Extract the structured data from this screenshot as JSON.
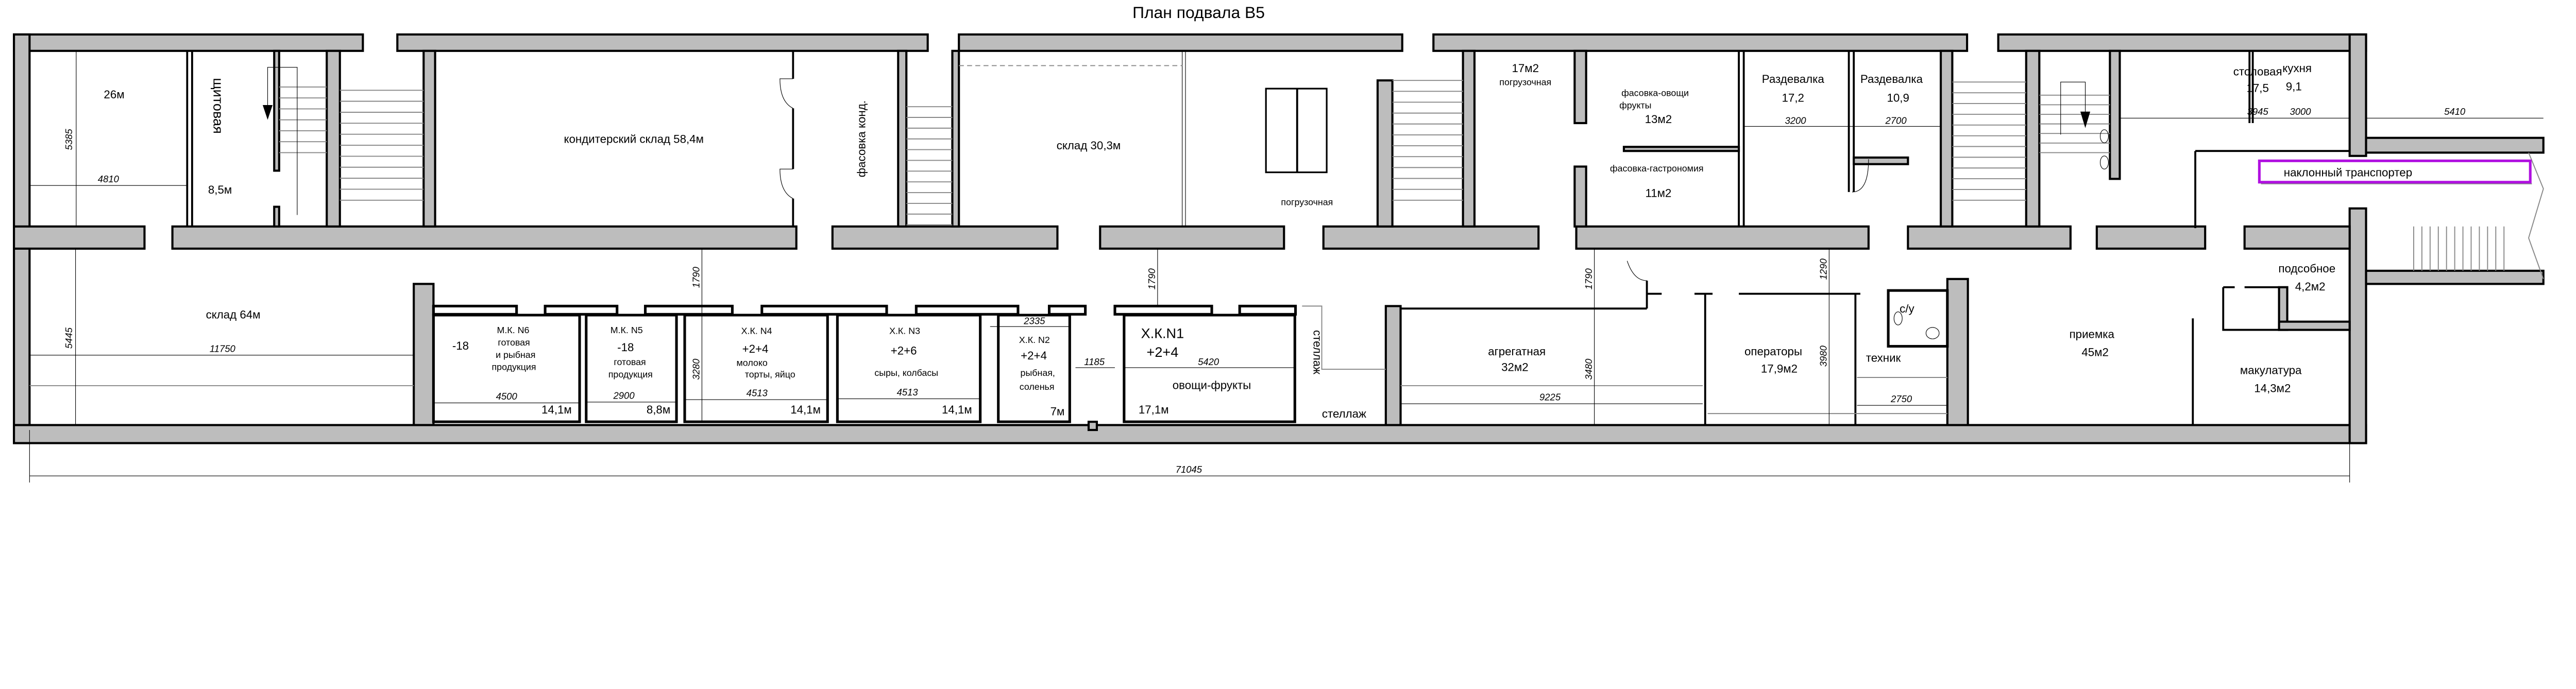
{
  "title": "План подвала В5",
  "colors": {
    "wall": "#bdbdbd",
    "line": "#000000",
    "highlight": "#b010e0"
  },
  "rooms": {
    "room_26": {
      "area": "26м"
    },
    "shchitovaya": {
      "name": "щитовая",
      "area": "8,5м"
    },
    "konditer": {
      "label": "кондитерский склад 58,4м"
    },
    "fasovka_kond": {
      "label": "фасовка конд."
    },
    "sklad_30": {
      "label": "склад 30,3м"
    },
    "pogruz_small": {
      "label": "погрузочная"
    },
    "pogruz": {
      "area": "17м2",
      "name": "погрузочная"
    },
    "fasovka_ovoshchi": {
      "name1": "фасовка-овощи",
      "name2": "фрукты",
      "area": "13м2"
    },
    "fasovka_gastro": {
      "name": "фасовка-гастрономия",
      "area": "11м2"
    },
    "razdevalka1": {
      "name": "Раздевалка",
      "area": "17,2"
    },
    "razdevalka2": {
      "name": "Раздевалка",
      "area": "10,9"
    },
    "stolovaya": {
      "name": "столовая",
      "area": "17,5"
    },
    "kukhnya": {
      "name": "кухня",
      "area": "9,1"
    },
    "sklad_64": {
      "label": "склад 64м"
    },
    "mk6": {
      "name": "М.К. N6",
      "temp": "-18",
      "line1": "готовая",
      "line2": "и рыбная",
      "line3": "продукция",
      "area": "14,1м"
    },
    "mk5": {
      "name": "М.К. N5",
      "temp": "-18",
      "line1": "готовая",
      "line2": "продукция",
      "area": "8,8м"
    },
    "xk4": {
      "name": "Х.К. N4",
      "temp": "+2+4",
      "line1": "молоко",
      "line2": "торты, яйцо",
      "area": "14,1м"
    },
    "xk3": {
      "name": "Х.К. N3",
      "temp": "+2+6",
      "line1": "сыры, колбасы",
      "area": "14,1м"
    },
    "xk2": {
      "name": "Х.К. N2",
      "temp": "+2+4",
      "line1": "рыбная,",
      "line2": "соленья",
      "area": "7м"
    },
    "xk1": {
      "name": "Х.К.N1",
      "temp": "+2+4",
      "line1": "овощи-фрукты",
      "area": "17,1м"
    },
    "stellazh_v": {
      "label": "стеллаж"
    },
    "stellazh_h": {
      "label": "стеллаж"
    },
    "agregatnaya": {
      "name": "агрегатная",
      "area": "32м2"
    },
    "operatory": {
      "name": "операторы",
      "area": "17,9м2"
    },
    "tekhnik": {
      "name": "техник"
    },
    "su": {
      "name": "с/у"
    },
    "priemka": {
      "name": "приемка",
      "area": "45м2"
    },
    "podsobnoe": {
      "name": "подсобное",
      "area": "4,2м2"
    },
    "makulatura": {
      "name": "макулатура",
      "area": "14,3м2"
    }
  },
  "conveyor": {
    "label": "наклонный транспортер"
  },
  "dimensions": {
    "d5385": "5385",
    "d4810": "4810",
    "d5445": "5445",
    "d11750": "11750",
    "d1790a": "1790",
    "d1790b": "1790",
    "d1790c": "1790",
    "d1290": "1290",
    "d3280": "3280",
    "d3480": "3480",
    "d3980": "3980",
    "d4500": "4500",
    "d2900": "2900",
    "d4513a": "4513",
    "d4513b": "4513",
    "d2335": "2335",
    "d1185": "1185",
    "d5420": "5420",
    "d9225": "9225",
    "d2750": "2750",
    "d3200": "3200",
    "d2700": "2700",
    "d3945": "3945",
    "d3000": "3000",
    "d5410": "5410",
    "d71045": "71045"
  }
}
